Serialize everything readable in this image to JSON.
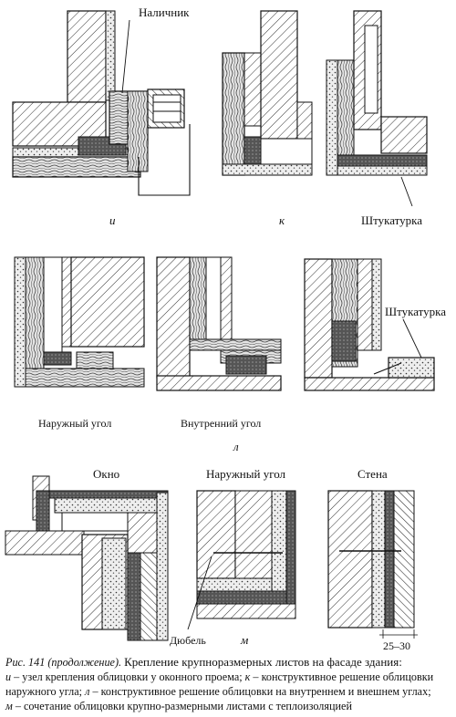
{
  "labels": {
    "nalichnik": "Наличник",
    "fig_i": "и",
    "fig_k": "к",
    "shtukaturka_1": "Штукатурка",
    "shtukaturka_2": "Штукатурка",
    "naruzhny_ugol_l": "Наружный угол",
    "vnutrenny_ugol_l": "Внутренний угол",
    "fig_l": "л",
    "okno": "Окно",
    "naruzhny_ugol_m": "Наружный угол",
    "stena": "Стена",
    "dyubel": "Дюбель",
    "fig_m": "м",
    "dimension": "25–30"
  },
  "caption": {
    "prefix": "Рис. 141 (продолжение).",
    "title": "Крепление крупноразмерных листов на фасаде здания:",
    "line2_a": "и",
    "line2_b": " – узел крепления облицовки у оконного проема; ",
    "line2_c": "к",
    "line2_d": " – конструктивное решение облицовки",
    "line3_a": "наружного угла; ",
    "line3_b": "л",
    "line3_c": " – конструктивное решение облицовки на внутреннем и внешнем углах;",
    "line4_a": "м",
    "line4_b": " – сочетание облицовки крупно-размерными листами с теплоизоляцией"
  }
}
